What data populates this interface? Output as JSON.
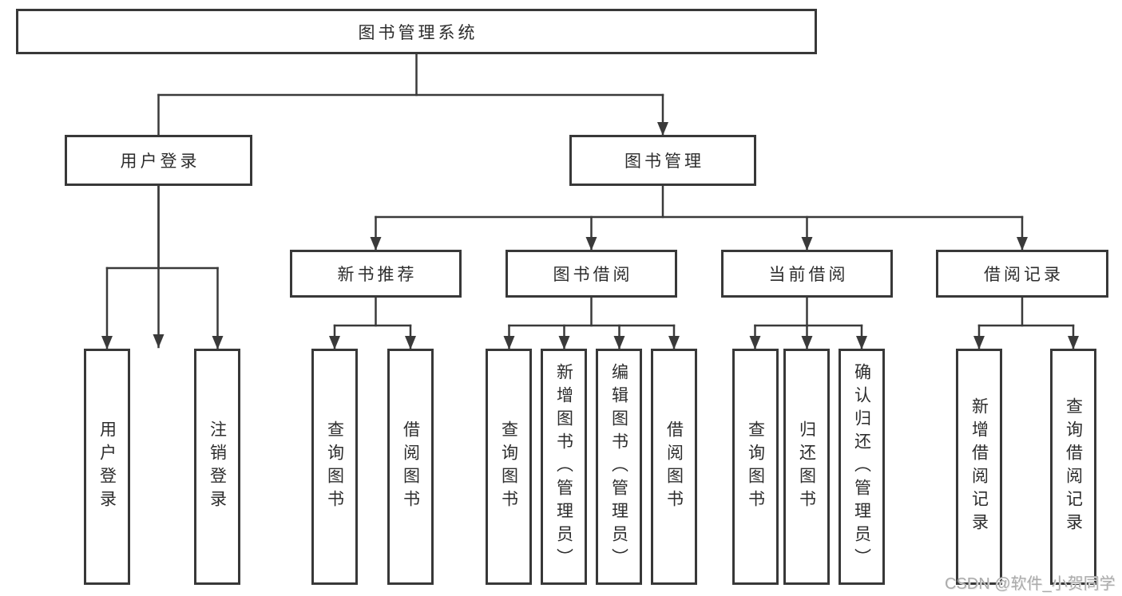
{
  "diagram": {
    "root": {
      "label": "图书管理系统"
    },
    "level2": [
      {
        "label": "用户登录"
      },
      {
        "label": "图书管理"
      }
    ],
    "level3": [
      {
        "label": "新书推荐"
      },
      {
        "label": "图书借阅"
      },
      {
        "label": "当前借阅"
      },
      {
        "label": "借阅记录"
      }
    ],
    "leaves": {
      "user_login": [
        "用户登录",
        "注销登录"
      ],
      "new_book": [
        "查询图书",
        "借阅图书"
      ],
      "borrow": [
        "查询图书",
        "新增图书（管理员）",
        "编辑图书（管理员）",
        "借阅图书"
      ],
      "current": [
        "查询图书",
        "归还图书",
        "确认归还（管理员）"
      ],
      "records": [
        "新增借阅记录",
        "查询借阅记录"
      ]
    },
    "colors": {
      "line": "#3a3a3a",
      "border": "#383838",
      "text": "#2d2d2d",
      "watermark": "#ababab"
    }
  },
  "watermark": {
    "text": "CSDN @软件_小贺同学"
  }
}
